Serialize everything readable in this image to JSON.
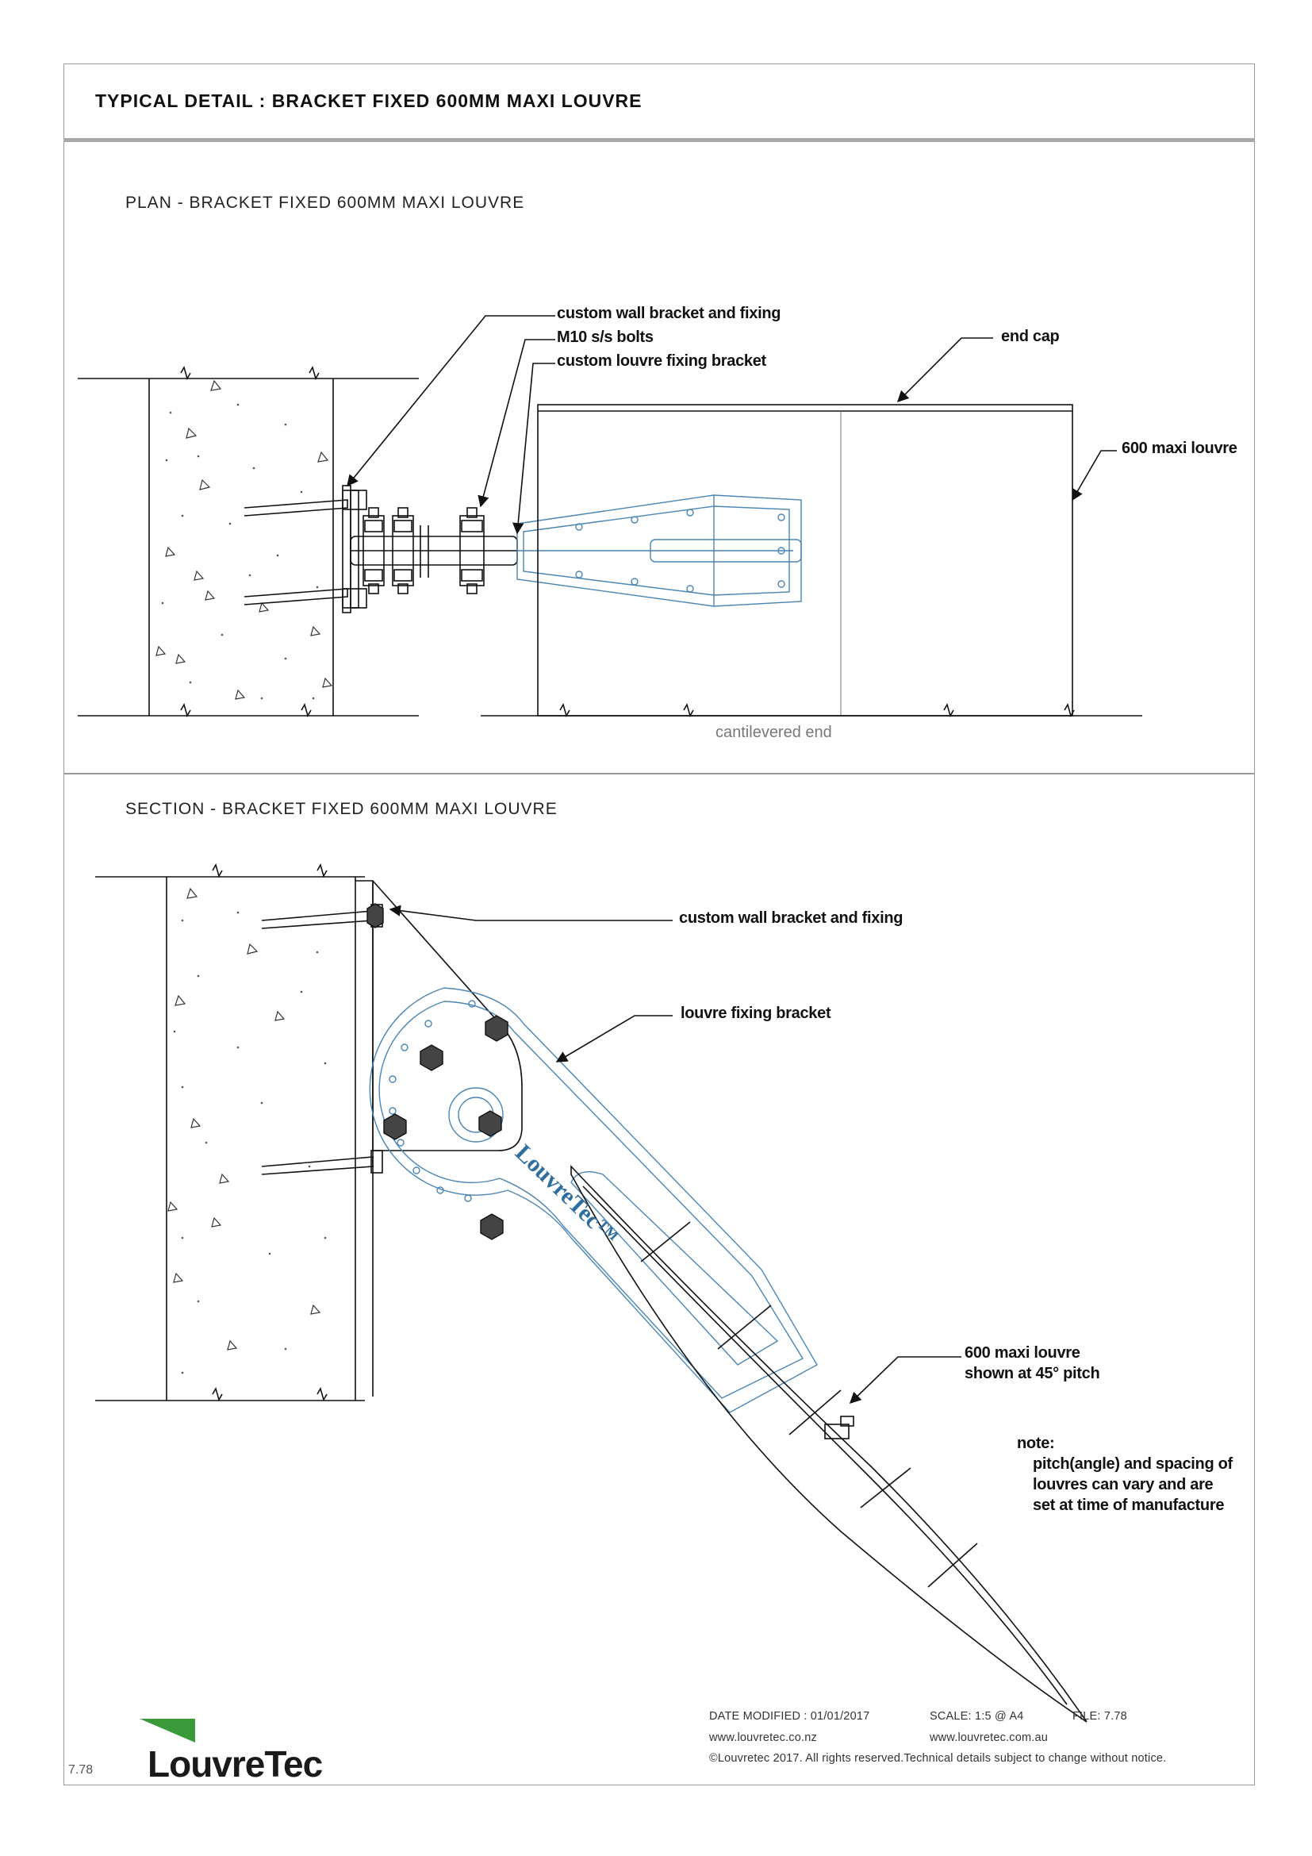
{
  "header": {
    "title": "TYPICAL DETAIL : BRACKET FIXED 600MM MAXI LOUVRE"
  },
  "plan": {
    "title": "PLAN - BRACKET FIXED 600MM MAXI LOUVRE",
    "labels": {
      "wall_bracket": "custom wall bracket and fixing",
      "bolts": "M10 s/s bolts",
      "louvre_bracket": "custom louvre fixing bracket",
      "end_cap": "end cap",
      "maxi_louvre": "600 maxi louvre",
      "cantilevered_end": "cantilevered end"
    }
  },
  "section": {
    "title": "SECTION - BRACKET FIXED 600MM MAXI LOUVRE",
    "labels": {
      "wall_bracket": "custom wall bracket and fixing",
      "louvre_bracket": "louvre fixing bracket",
      "maxi_louvre_line1": "600 maxi louvre",
      "maxi_louvre_line2": "shown at 45° pitch",
      "note_title": "note:",
      "note_line1": "pitch(angle) and spacing of",
      "note_line2": "louvres can vary and are",
      "note_line3": "set at time of manufacture",
      "bracket_brand": "LouvreTec™"
    }
  },
  "footer": {
    "date_modified": "DATE MODIFIED : 01/01/2017",
    "scale": "SCALE: 1:5 @ A4",
    "file": "FILE: 7.78",
    "url_nz": "www.louvretec.co.nz",
    "url_au": "www.louvretec.com.au",
    "copyright": "©Louvretec 2017. All rights reserved.Technical details subject to change without notice.",
    "page_number": "7.78",
    "brand": "LouvreTec"
  },
  "colors": {
    "bracket_blue": "#4a86b4",
    "logo_green": "#3a9a3a",
    "line": "#1a1a1a"
  }
}
